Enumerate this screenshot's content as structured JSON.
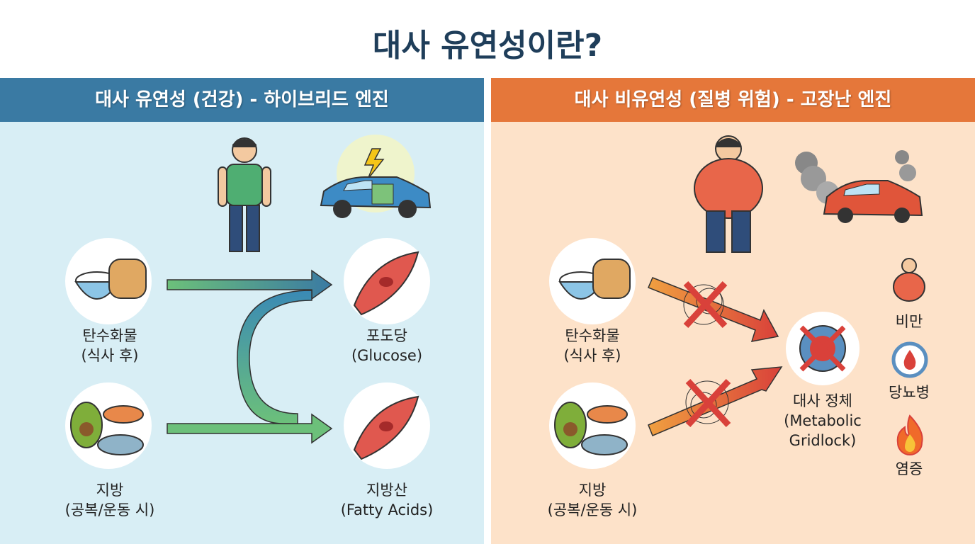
{
  "title": "대사 유연성이란?",
  "left": {
    "header": "대사 유연성 (건강) - 하이브리드 엔진",
    "carb_label": "탄수화물",
    "carb_sub": "(식사 후)",
    "fat_label": "지방",
    "fat_sub": "(공복/운동 시)",
    "glucose_label": "포도당",
    "glucose_sub": "(Glucose)",
    "fatty_label": "지방산",
    "fatty_sub": "(Fatty Acids)"
  },
  "right": {
    "header": "대사 비유연성 (질병 위험) - 고장난 엔진",
    "carb_label": "탄수화물",
    "carb_sub": "(식사 후)",
    "fat_label": "지방",
    "fat_sub": "(공복/운동 시)",
    "gridlock_label": "대사 정체",
    "gridlock_sub1": "(Metabolic",
    "gridlock_sub2": "Gridlock)",
    "risks": [
      "비만",
      "당뇨병",
      "염증"
    ]
  },
  "colors": {
    "blue": "#3a7aa3",
    "orange": "#e5773a",
    "red": "#d9413a"
  }
}
